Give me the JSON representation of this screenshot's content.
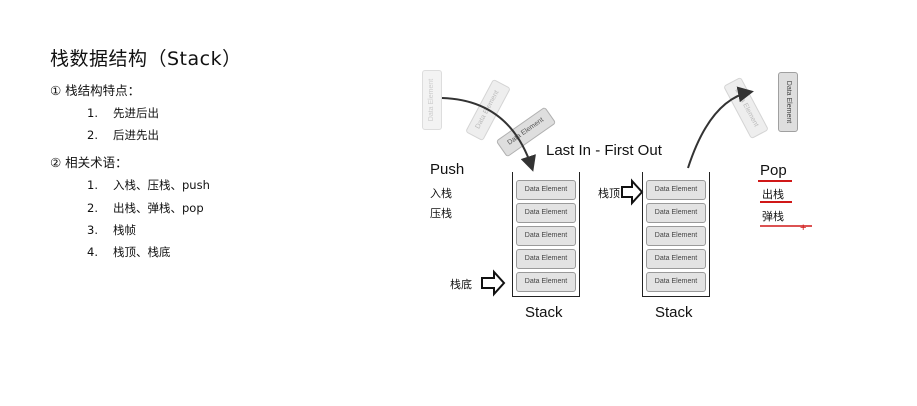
{
  "title": "栈数据结构（Stack）",
  "features": {
    "heading": "① 栈结构特点：",
    "items": [
      {
        "num": "1.",
        "text": "先进后出"
      },
      {
        "num": "2.",
        "text": "后进先出"
      }
    ]
  },
  "terms": {
    "heading": "② 相关术语：",
    "items": [
      {
        "num": "1.",
        "text": "入栈、压栈、push"
      },
      {
        "num": "2.",
        "text": "出栈、弹栈、pop"
      },
      {
        "num": "3.",
        "text": "栈帧"
      },
      {
        "num": "4.",
        "text": "栈顶、栈底"
      }
    ]
  },
  "diagram": {
    "lifo_label": "Last In - First Out",
    "push_label": "Push",
    "push_cn_1": "入栈",
    "push_cn_2": "压栈",
    "pop_label": "Pop",
    "pop_cn_1": "出栈",
    "pop_cn_2": "弹栈",
    "stack_bottom_label": "栈底",
    "stack_top_label": "栈顶",
    "stack_label_left": "Stack",
    "stack_label_right": "Stack",
    "element_label": "Data Element",
    "annotation_plus": "+",
    "annotation_color": "#d01818"
  }
}
